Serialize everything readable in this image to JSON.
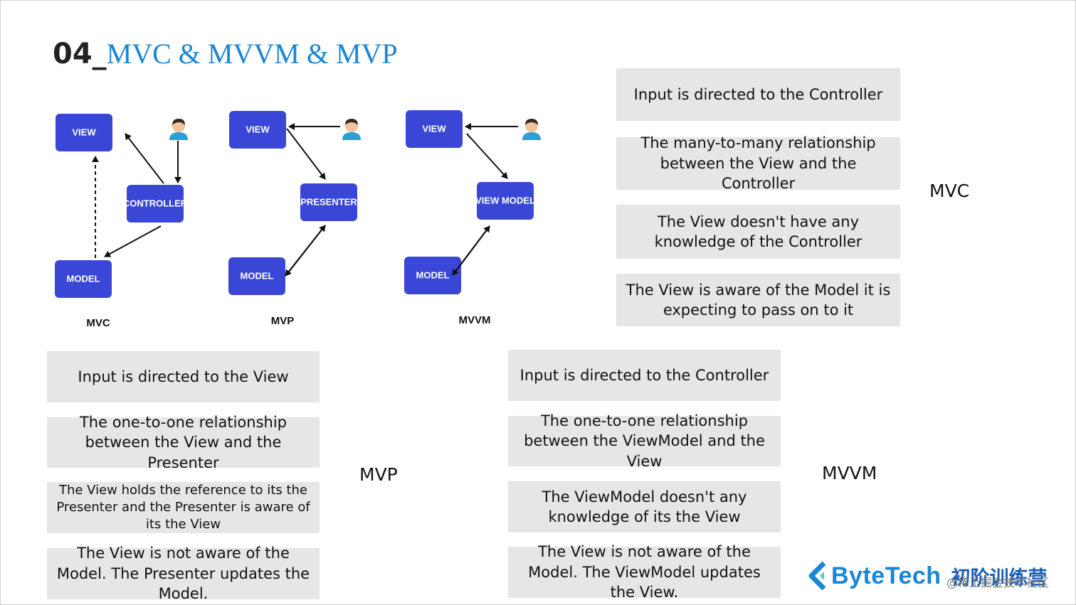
{
  "title": {
    "number": "04_",
    "text": "MVC & MVVM & MVP"
  },
  "diagrams": [
    {
      "caption": "MVC",
      "nodes": [
        "VIEW",
        "CONTROLLER",
        "MODEL"
      ]
    },
    {
      "caption": "MVP",
      "nodes": [
        "VIEW",
        "PRESENTER",
        "MODEL"
      ]
    },
    {
      "caption": "MVVM",
      "nodes": [
        "VIEW",
        "VIEW MODEL",
        "MODEL"
      ]
    }
  ],
  "sections": {
    "mvc": {
      "label": "MVC",
      "cards": [
        "Input is directed to the Controller",
        "The many-to-many relationship between the View and the Controller",
        "The View doesn't have any knowledge of the Controller",
        "The View is aware of the Model it is expecting to pass on to it"
      ]
    },
    "mvp": {
      "label": "MVP",
      "cards": [
        "Input is directed to the View",
        "The one-to-one relationship between the View and the Presenter",
        "The View holds the reference to its the Presenter and the Presenter is aware of its the View",
        "The View is not aware of the Model. The Presenter updates the Model."
      ]
    },
    "mvvm": {
      "label": "MVVM",
      "cards": [
        "Input is directed to the Controller",
        "The one-to-one relationship between the ViewModel and the View",
        "The ViewModel doesn't any knowledge of its the View",
        "The View is not aware of the Model. The ViewModel updates the View."
      ]
    }
  },
  "footer": {
    "brand": "ByteTech",
    "brand_cn": "初阶训练营",
    "watermark": "@稀土掘金技术社区"
  },
  "colors": {
    "accent": "#1a86d6",
    "node": "#3a47d6",
    "card": "#e6e6e6"
  }
}
